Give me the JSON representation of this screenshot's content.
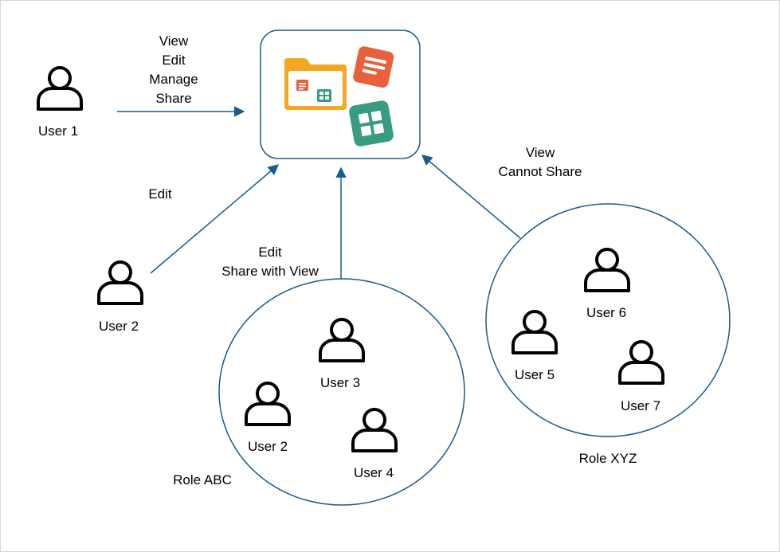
{
  "colors": {
    "line": "#1a5a8c",
    "hub_border": "#1f5f8b",
    "folder": "#f5a623",
    "doc_tile": "#e8613c",
    "grid_tile": "#3a9b83",
    "user_icon": "#000000"
  },
  "icons": {
    "user": "person-outline-icon",
    "folder": "folder-icon",
    "document": "document-icon",
    "grid": "grid-app-icon"
  },
  "users": {
    "user1": "User 1",
    "user2_single": "User 2",
    "abc_user2": "User 2",
    "abc_user3": "User 3",
    "abc_user4": "User 4",
    "xyz_user5": "User 5",
    "xyz_user6": "User 6",
    "xyz_user7": "User 7"
  },
  "roles": {
    "abc": "Role ABC",
    "xyz": "Role XYZ"
  },
  "permissions": {
    "user1": [
      "View",
      "Edit",
      "Manage",
      "Share"
    ],
    "user2": [
      "Edit"
    ],
    "role_abc": [
      "Edit",
      "Share with View"
    ],
    "role_xyz": [
      "View",
      "Cannot Share"
    ]
  }
}
